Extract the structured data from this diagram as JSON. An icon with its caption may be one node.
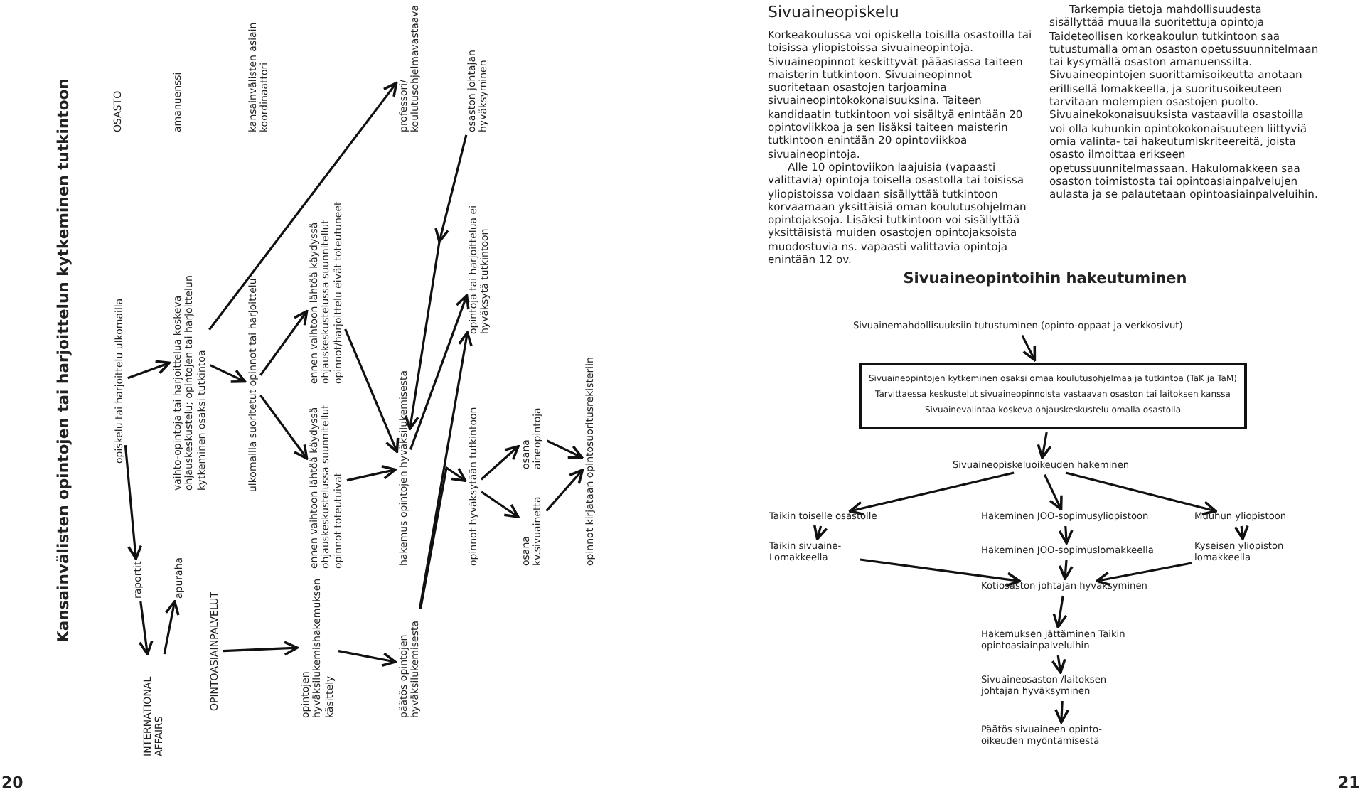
{
  "diagram": {
    "title": "Kansainvälisten opintojen tai harjoittelun kytkeminen tutkintoon",
    "nodes": [
      {
        "text": [
          "INTERNATIONAL AFFAIRS"
        ]
      },
      {
        "text": [
          "raportit"
        ]
      },
      {
        "text": [
          "opiskelu tai harjoittelu ulkomailla"
        ]
      },
      {
        "text": [
          "OSASTO"
        ]
      },
      {
        "text": [
          "apuraha"
        ]
      },
      {
        "text": [
          "vaihto-opintoja tai harjoittelua koskeva ohjauskeskustelu; opintojen tai harjoittelun kytkeminen osaksi tutkintoa"
        ]
      },
      {
        "text": [
          "amanuenssi"
        ]
      },
      {
        "text": [
          "OPINTOASIAINPALVELUT"
        ]
      },
      {
        "text": [
          "ulkomailla suoritetut opinnot tai harjoittelu"
        ]
      },
      {
        "text": [
          "kansainvälisten asiain koordinaattori"
        ]
      },
      {
        "text": [
          "opintojen hyväksilukemishakemuksen käsittely"
        ]
      },
      {
        "text": [
          "ennen vaihtoon lähtöä käydyssä ohjauskeskustelussa suunnitellut opinnot toteutuivat"
        ]
      },
      {
        "text": [
          "ennen vaihtoon lähtöä käydyssä ohjauskeskustelussa suunnitellut opinnot/harjoittelu eivät toteutuneet"
        ]
      },
      {
        "text": [
          "päätös opintojen hyväksilukemisesta"
        ]
      },
      {
        "text": [
          "hakemus opintojen hyväksilukemisesta"
        ]
      },
      {
        "text": [
          "professori/ koulutusohjelmavastaava"
        ]
      },
      {
        "text": [
          "opinnot hyväksytään tutkintoon"
        ]
      },
      {
        "text": [
          "opintoja tai harjoittelua ei hyväksytä tutkintoon"
        ]
      },
      {
        "text": [
          "osaston johtajan hyväksyminen"
        ]
      },
      {
        "text": [
          "osana kv.sivuainetta"
        ]
      },
      {
        "text": [
          "osana aineopintoja"
        ]
      },
      {
        "text": [
          "opinnot kirjataan opintosuoritusrekisteriin"
        ]
      },
      {
        "text": [
          "Sivuainemahdollisuuksiin tutustuminen (opinto-oppaat ja verkkosivut)"
        ]
      },
      {
        "text": [
          "Sivuaineopintojen kytkeminen osaksi omaa koulutusohjelmaa ja tutkintoa (TaK ja TaM)",
          "Tarvittaessa keskustelut sivuaineopinnoista vastaavan osaston tai laitoksen kanssa",
          "Sivuainevalintaa koskeva ohjauskeskustelu omalla osastolla"
        ]
      },
      {
        "text": [
          "Sivuaineopiskeluoikeuden hakeminen"
        ]
      },
      {
        "text": [
          "Taikin toiselle osastolle"
        ]
      },
      {
        "text": [
          "Hakeminen JOO-sopimusyliopistoon"
        ]
      },
      {
        "text": [
          "Muuhun yliopistoon"
        ]
      },
      {
        "text": [
          "Taikin sivuaine-Lomakkeella"
        ]
      },
      {
        "text": [
          "Hakeminen JOO-sopimuslomakkeella"
        ]
      },
      {
        "text": [
          "Kyseisen yliopiston lomakkeella"
        ]
      },
      {
        "text": [
          "Kotiosaston johtajan hyväksyminen"
        ]
      },
      {
        "text": [
          "Hakemuksen jättäminen Taikin opintoasiainpalveluihin"
        ]
      },
      {
        "text": [
          "Sivuaineosaston /laitoksen johtajan hyväksyminen"
        ]
      },
      {
        "text": [
          "Päätös sivuaineen opinto-oikeuden myöntämisestä"
        ]
      }
    ],
    "edges": [
      {
        "from": 2,
        "to": 1,
        "arrow": "to"
      },
      {
        "from": 1,
        "to": 0,
        "arrow": "to"
      },
      {
        "from": 0,
        "to": 4,
        "arrow": "to"
      },
      {
        "from": 2,
        "to": 5,
        "arrow": "to"
      },
      {
        "from": 5,
        "to": 8,
        "arrow": "to"
      },
      {
        "from": 8,
        "to": 11,
        "arrow": "to"
      },
      {
        "from": 8,
        "to": 12,
        "arrow": "to"
      },
      {
        "from": 7,
        "to": 10,
        "arrow": "to"
      },
      {
        "from": 10,
        "to": 13,
        "arrow": "to"
      },
      {
        "from": 5,
        "to": 15,
        "arrow": "to"
      },
      {
        "from": 12,
        "to": 14,
        "arrow": "to"
      },
      {
        "from": 11,
        "to": 14,
        "arrow": "to"
      },
      {
        "from": 18,
        "to": 14,
        "arrow": "to"
      },
      {
        "from": 14,
        "to": 17,
        "arrow": "to"
      },
      {
        "from": 13,
        "to": 17,
        "arrow": "to"
      },
      {
        "from": 13,
        "to": 16,
        "arrow": "to"
      },
      {
        "from": 16,
        "to": 20,
        "arrow": "to"
      },
      {
        "from": 16,
        "to": 19,
        "arrow": "to"
      },
      {
        "from": 20,
        "to": 21,
        "arrow": "to"
      },
      {
        "from": 19,
        "to": 21,
        "arrow": "to"
      },
      {
        "from": 22,
        "to": 23,
        "arrow": "to"
      },
      {
        "from": 23,
        "to": 24,
        "arrow": "to"
      },
      {
        "from": 24,
        "to": 25,
        "arrow": "to"
      },
      {
        "from": 24,
        "to": 26,
        "arrow": "to"
      },
      {
        "from": 24,
        "to": 27,
        "arrow": "to"
      },
      {
        "from": 25,
        "to": 28,
        "arrow": "to"
      },
      {
        "from": 26,
        "to": 29,
        "arrow": "to"
      },
      {
        "from": 27,
        "to": 30,
        "arrow": "to"
      },
      {
        "from": 28,
        "to": 31,
        "arrow": "to"
      },
      {
        "from": 29,
        "to": 31,
        "arrow": "to"
      },
      {
        "from": 30,
        "to": 31,
        "arrow": "to"
      },
      {
        "from": 31,
        "to": 32,
        "arrow": "to"
      },
      {
        "from": 32,
        "to": 33,
        "arrow": "to"
      },
      {
        "from": 33,
        "to": 34,
        "arrow": "to"
      }
    ],
    "labels": [
      "Sivuaineopiskelu",
      "Korkeakoulussa voi opiskella toisilla osastoilla tai toisissa yliopistoissa sivuaineopintoja. Sivuaineopinnot keskittyvät pääasiassa taiteen maisterin tutkintoon. Sivuaineopinnot suoritetaan osastojen tarjoamina sivuaineopintokokonaisuuksina. Taiteen kandidaatin tutkintoon voi sisältyä enintään 20 opintoviikkoa ja sen lisäksi taiteen maisterin tutkintoon enintään 20 opintoviikkoa sivuaineopintoja.",
      "Alle 10 opintoviikon laajuisia (vapaasti valittavia) opintoja toisella osastolla tai toisissa yliopistoissa voidaan sisällyttää tutkintoon korvaamaan yksittäisiä oman koulutusohjelman opintojaksoja. Lisäksi tutkintoon voi sisällyttää yksittäisistä muiden osastojen opintojaksoista muodostuvia ns. vapaasti valittavia opintoja enintään 12 ov.",
      "Tarkempia tietoja mahdollisuudesta sisällyttää muualla suoritettuja opintoja Taideteollisen korkeakoulun tutkintoon saa tutustumalla oman osaston opetussuunnitelmaan tai kysymällä osaston amanuenssilta. Sivuaineopintojen suorittamisoikeutta anotaan erillisellä lomakkeella, ja suoritusoikeuteen tarvitaan molempien osastojen puolto. Sivuainekokonaisuuksista vastaavilla osastoilla voi olla kuhunkin opintokokonaisuuteen liittyviä omia valinta- tai hakeutumiskriteereitä, joista osasto ilmoittaa erikseen opetussuunnitelmassaan. Hakulomakkeen saa osaston toimistosta tai opintoasiainpalvelujen aulasta ja se palautetaan opintoasiainpalveluihin.",
      "Sivuaineopintoihin hakeutuminen",
      "20",
      "21"
    ]
  }
}
